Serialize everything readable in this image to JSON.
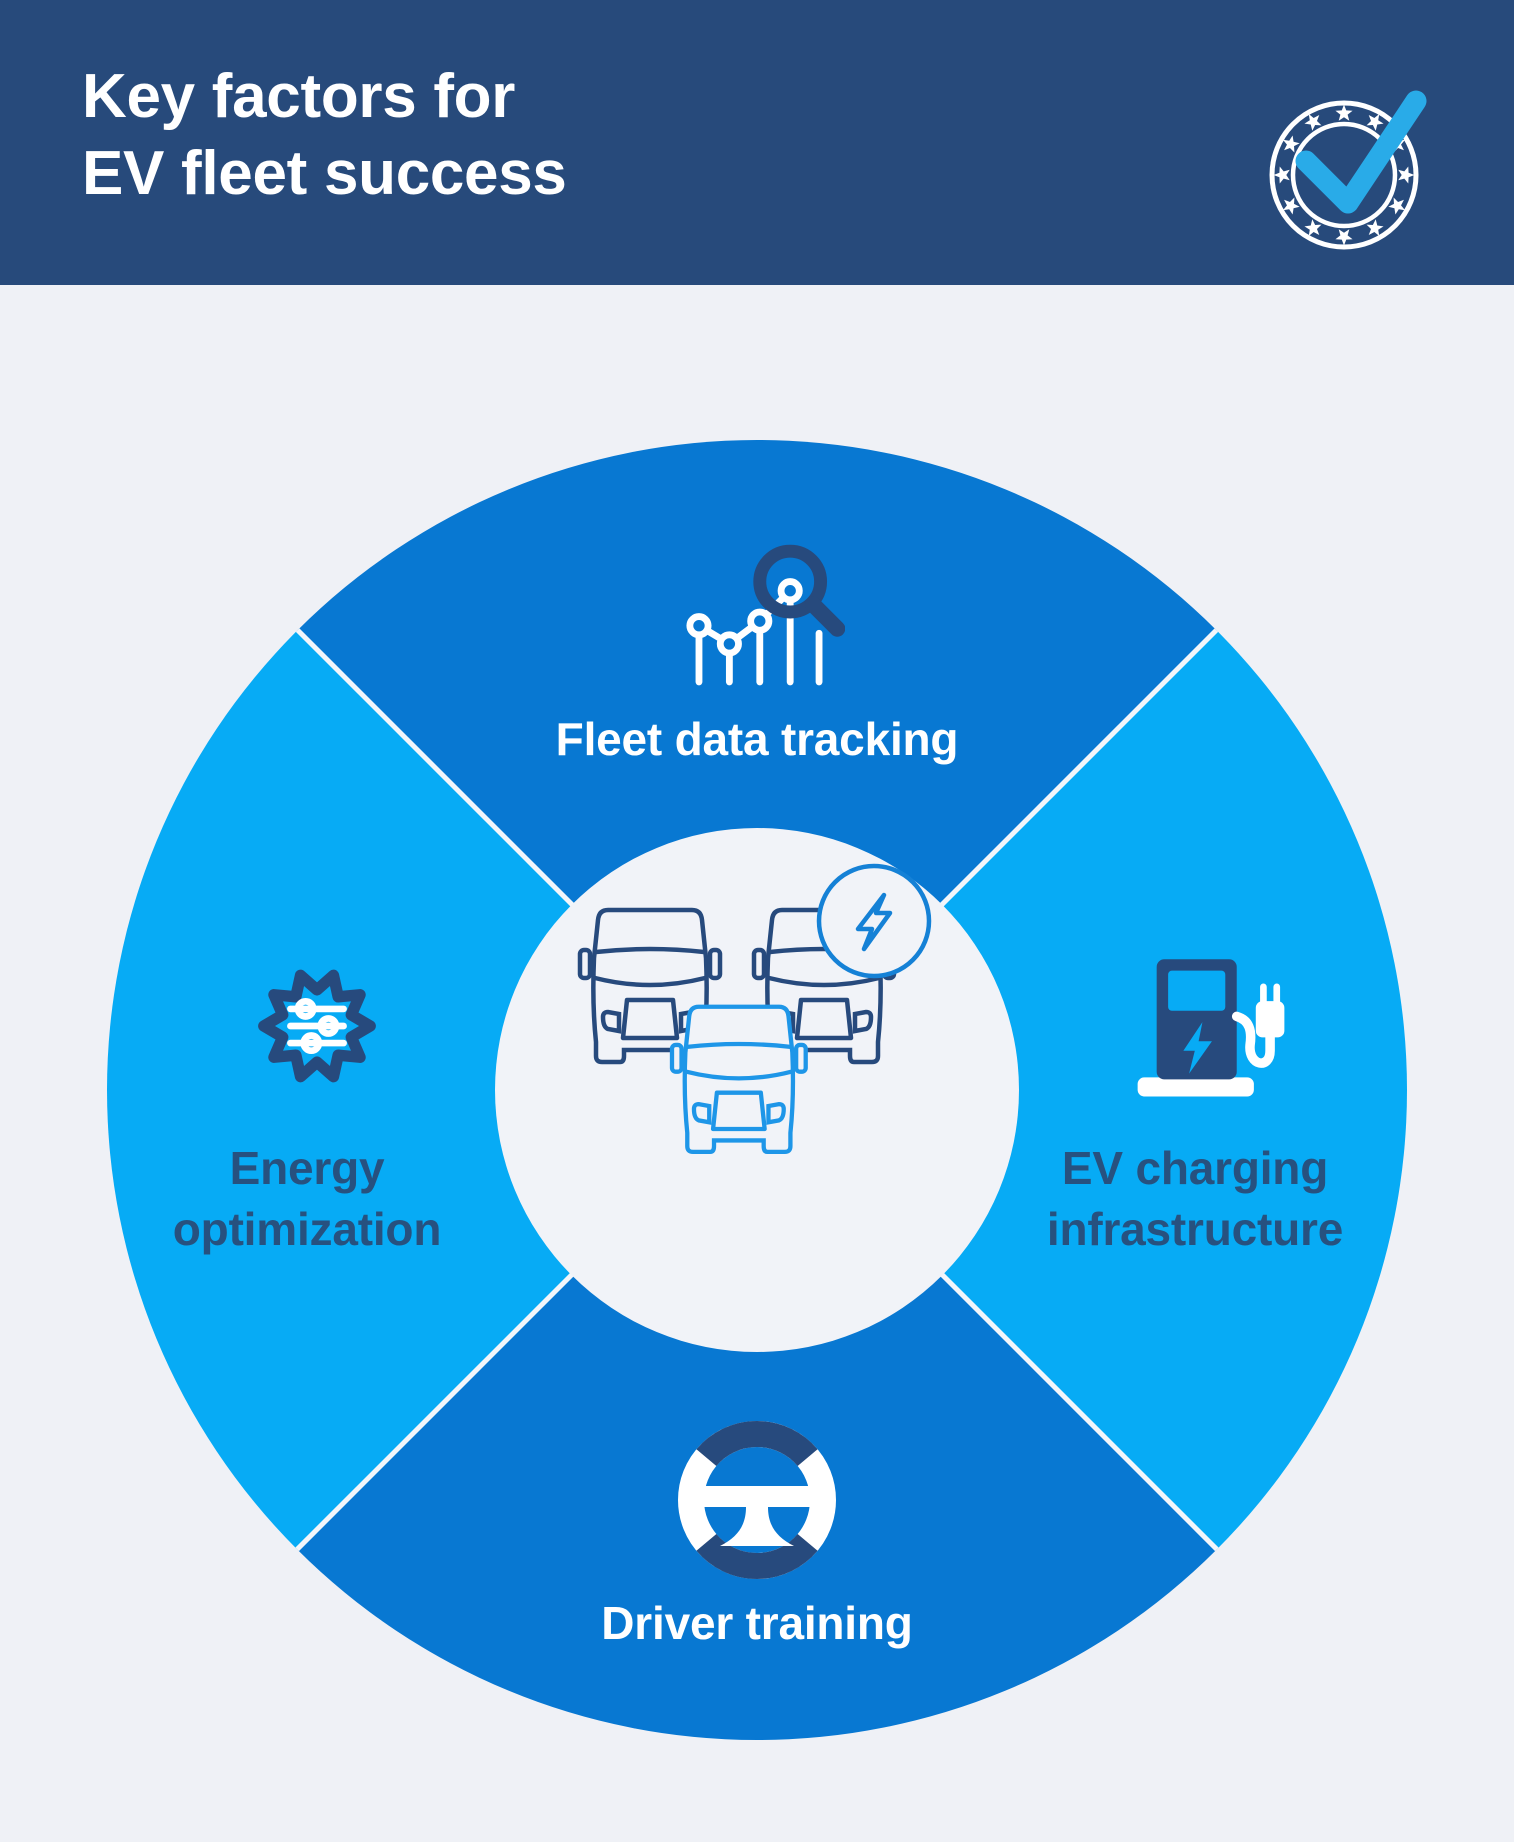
{
  "header": {
    "title_line1": "Key factors for",
    "title_line2": "EV fleet success",
    "badge_icon": "verified-check-seal",
    "background_color": "#274A7B",
    "title_color": "#FFFFFF",
    "badge_check_color": "#29ABE8"
  },
  "diagram": {
    "type": "circular-quadrant-infographic",
    "center": {
      "icon": "ev-truck-fleet-with-lightning",
      "background_color": "#F1F3F8"
    },
    "segments": [
      {
        "position": "top",
        "label": "Fleet data tracking",
        "icon": "fleet-data-tracking-chart-magnifier",
        "color": "#0878D2",
        "label_color": "#FFFFFF"
      },
      {
        "position": "right",
        "label": "EV charging infrastructure",
        "line1": "EV charging",
        "line2": "infrastructure",
        "icon": "ev-charging-station",
        "color": "#07ABF5",
        "label_color": "#27517F"
      },
      {
        "position": "bottom",
        "label": "Driver training",
        "icon": "steering-wheel",
        "color": "#0878D2",
        "label_color": "#FFFFFF"
      },
      {
        "position": "left",
        "label": "Energy optimization",
        "line1": "Energy",
        "line2": "optimization",
        "icon": "gear-with-sliders",
        "color": "#07ABF5",
        "label_color": "#27517F"
      }
    ]
  },
  "colors": {
    "page_background": "#EFF1F6",
    "navy": "#274A7D",
    "medium_blue": "#0878D2",
    "light_blue": "#07ABF5",
    "divider": "#F3F6FB",
    "front_truck_blue": "#1E96E8",
    "lightning_circle_blue": "#1581D6"
  }
}
